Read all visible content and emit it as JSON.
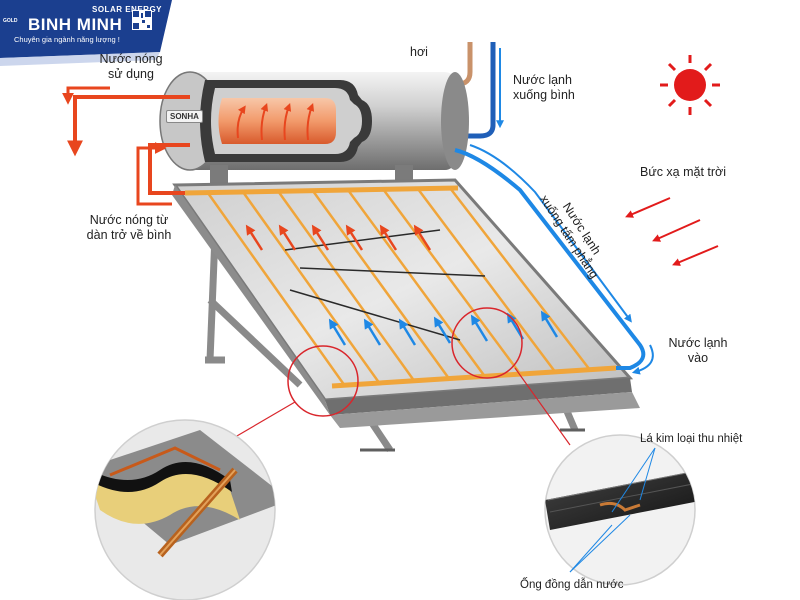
{
  "brand": {
    "name": "BINH MINH",
    "sub": "SOLAR ENERGY",
    "tagline": "Chuyên gia ngành năng lượng !",
    "badge": "GOLD",
    "tank_brand": "SONHA"
  },
  "labels": {
    "steam": "hơi",
    "hot_use_1": "Nước nóng",
    "hot_use_2": "sử dụng",
    "cold_down_1": "Nước lạnh",
    "cold_down_2": "xuống bình",
    "sun_rad": "Bức xạ mặt trời",
    "cold_panel_1": "Nước lạnh",
    "cold_panel_2": "xuống tấm phẳng",
    "hot_return_1": "Nước nóng từ",
    "hot_return_2": "dàn trở về bình",
    "cold_in_1": "Nước lạnh",
    "cold_in_2": "vào",
    "absorber": "Lá kim loại thu nhiệt",
    "copper_pipe": "Ống đồng dẫn nước"
  },
  "colors": {
    "hot": "#e8461e",
    "cold": "#1e88e5",
    "sun": "#e21b1b",
    "copper": "#f0a53a",
    "banner": "#1b3f8f",
    "callout": "#d9262c"
  }
}
